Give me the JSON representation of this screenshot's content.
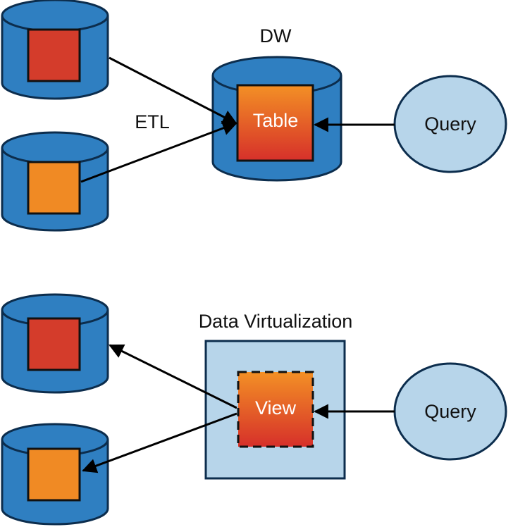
{
  "diagram": {
    "top": {
      "target_label": "DW",
      "process_label": "ETL",
      "table_label": "Table",
      "query_label": "Query"
    },
    "bottom": {
      "target_label": "Data Virtualization",
      "view_label": "View",
      "query_label": "Query"
    }
  },
  "colors": {
    "cylinder_fill": "#2f7fc1",
    "cylinder_stroke": "#0c2d4d",
    "red_square": "#d43c2b",
    "orange_square": "#f08a24",
    "query_fill": "#b7d5ea",
    "virtualization_fill": "#b7d5ea",
    "arrow": "#000000"
  }
}
